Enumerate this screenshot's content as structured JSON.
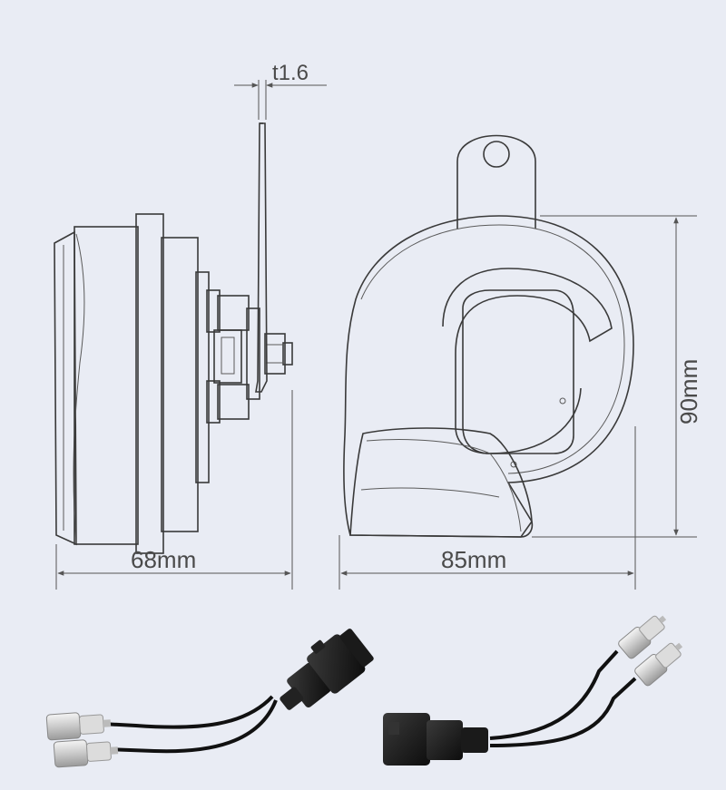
{
  "dimensions": {
    "thickness": "t1.6",
    "side_width": "68mm",
    "front_width": "85mm",
    "height": "90mm"
  }
}
